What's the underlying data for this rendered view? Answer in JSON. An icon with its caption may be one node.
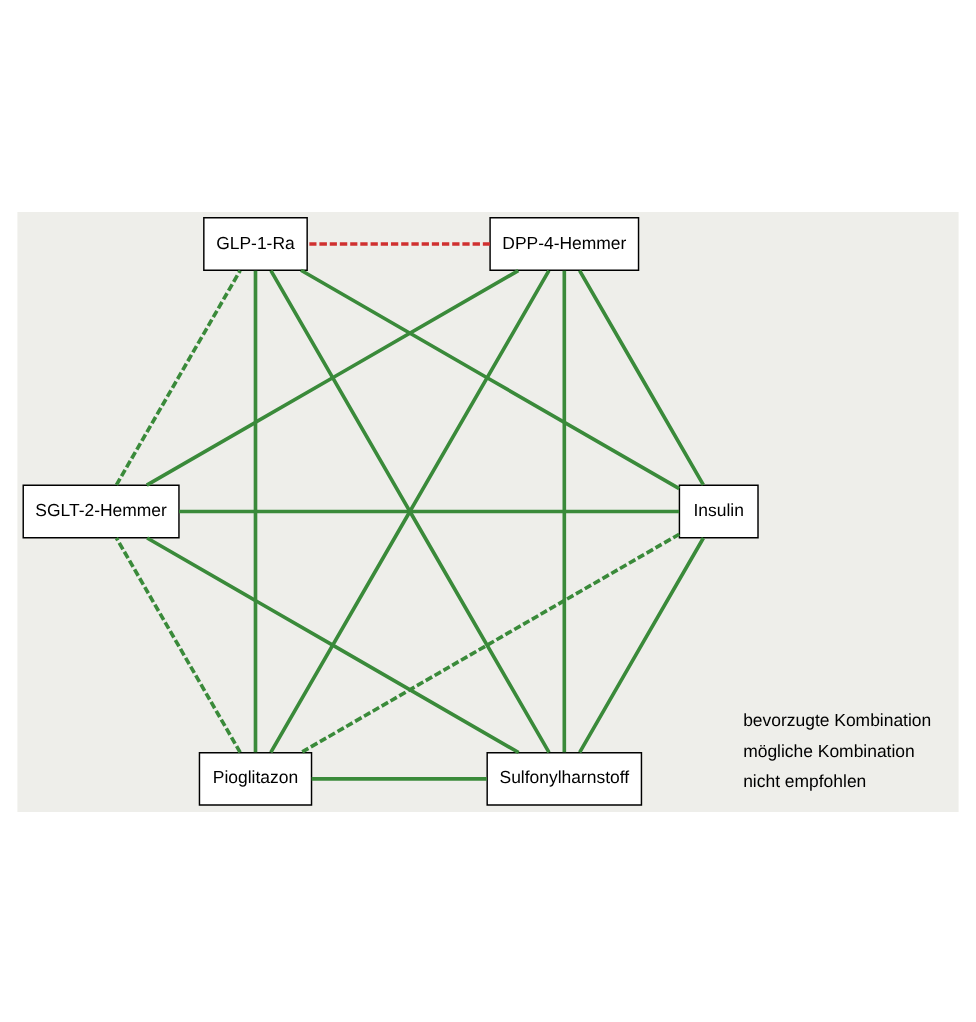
{
  "diagram": {
    "nodes": [
      {
        "text": [
          "Sulfonylharnstoff"
        ]
      },
      {
        "text": [
          "Insulin"
        ]
      },
      {
        "text": [
          "SGLT-2-Hemmer"
        ]
      },
      {
        "text": [
          "GLP-1-Ra"
        ]
      },
      {
        "text": [
          "DPP-4-Hemmer"
        ]
      },
      {
        "text": [
          "Pioglitazon"
        ]
      }
    ],
    "edges": [
      {
        "from": 0,
        "to": 1,
        "arrow": "none"
      },
      {
        "from": 0,
        "to": 5,
        "arrow": "none"
      },
      {
        "from": 0,
        "to": 4,
        "arrow": "none"
      },
      {
        "from": 0,
        "to": 3,
        "arrow": "none"
      },
      {
        "from": 0,
        "to": 2,
        "arrow": "none"
      },
      {
        "from": 1,
        "to": 5,
        "arrow": "none",
        "style": "dashed"
      },
      {
        "from": 1,
        "to": 2,
        "arrow": "none"
      },
      {
        "from": 1,
        "to": 4,
        "arrow": "none"
      },
      {
        "from": 1,
        "to": 3,
        "arrow": "none"
      },
      {
        "from": 5,
        "to": 2,
        "arrow": "none",
        "style": "dashed"
      },
      {
        "from": 5,
        "to": 4,
        "arrow": "none"
      },
      {
        "from": 5,
        "to": 3,
        "arrow": "none"
      },
      {
        "from": 2,
        "to": 4,
        "arrow": "none"
      },
      {
        "from": 2,
        "to": 3,
        "arrow": "none",
        "style": "dashed"
      },
      {
        "from": 4,
        "to": 3,
        "arrow": "none",
        "style": "dashed",
        "color": "#d03030"
      }
    ],
    "legend": [
      {
        "text": "bevorzugte Kombination"
      },
      {
        "text": "mögliche Kombination"
      },
      {
        "text": "nicht empfohlen"
      }
    ]
  }
}
